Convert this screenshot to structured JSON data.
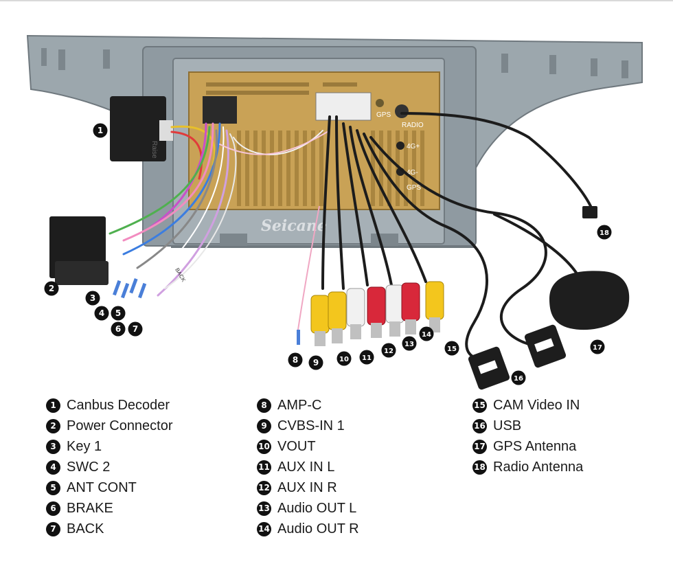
{
  "watermark": "Seicane",
  "unit_labels": {
    "gps": "GPS",
    "radio": "RADIO",
    "four_g_plus": "4G+",
    "four_g_minus": "4G-",
    "gps_2": "GPS"
  },
  "decoder_text": "Raise",
  "wire_tags": {
    "back": "BACK"
  },
  "colors": {
    "frame": "#9ca7ad",
    "frame_dark": "#7c868c",
    "gold": "#c9a256",
    "badge": "#111111",
    "rca_yellow": "#f3c61d",
    "rca_red": "#d8283a",
    "rca_white": "#f1f1f1",
    "cable": "#1c1c1c"
  },
  "items": [
    {
      "num": "1",
      "label": "Canbus Decoder"
    },
    {
      "num": "2",
      "label": "Power Connector"
    },
    {
      "num": "3",
      "label": "Key 1"
    },
    {
      "num": "4",
      "label": "SWC 2"
    },
    {
      "num": "5",
      "label": "ANT CONT"
    },
    {
      "num": "6",
      "label": "BRAKE"
    },
    {
      "num": "7",
      "label": "BACK"
    },
    {
      "num": "8",
      "label": "AMP-C"
    },
    {
      "num": "9",
      "label": "CVBS-IN 1"
    },
    {
      "num": "10",
      "label": "VOUT"
    },
    {
      "num": "11",
      "label": "AUX IN L"
    },
    {
      "num": "12",
      "label": "AUX IN R"
    },
    {
      "num": "13",
      "label": "Audio OUT L"
    },
    {
      "num": "14",
      "label": "Audio OUT R"
    },
    {
      "num": "15",
      "label": "CAM Video IN"
    },
    {
      "num": "16",
      "label": "USB"
    },
    {
      "num": "17",
      "label": "GPS Antenna"
    },
    {
      "num": "18",
      "label": "Radio Antenna"
    }
  ]
}
